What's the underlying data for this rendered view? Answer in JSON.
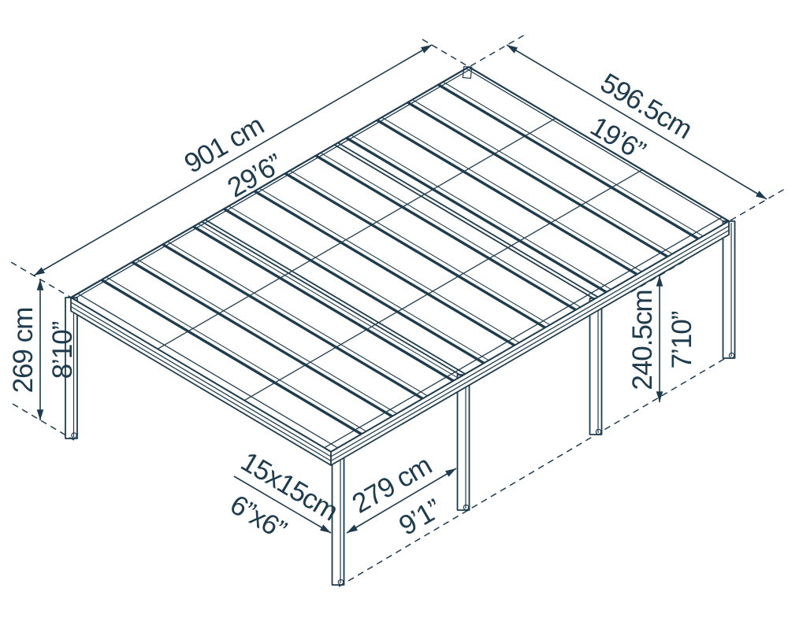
{
  "colors": {
    "ink": "#1f3c4e",
    "background": "#ffffff"
  },
  "diagram": {
    "dimensions": {
      "roof_long": {
        "metric": "901 cm",
        "imperial": "29’6”"
      },
      "roof_short": {
        "metric": "596.5cm",
        "imperial": "19’6”"
      },
      "height_left": {
        "metric": "269 cm",
        "imperial": "8’10”"
      },
      "height_right": {
        "metric": "240.5cm",
        "imperial": "7’10”"
      },
      "post_spacing": {
        "metric": "279 cm",
        "imperial": "9’1”"
      },
      "post_size": {
        "metric": "15x15cm",
        "imperial": "6”x6”"
      }
    }
  }
}
